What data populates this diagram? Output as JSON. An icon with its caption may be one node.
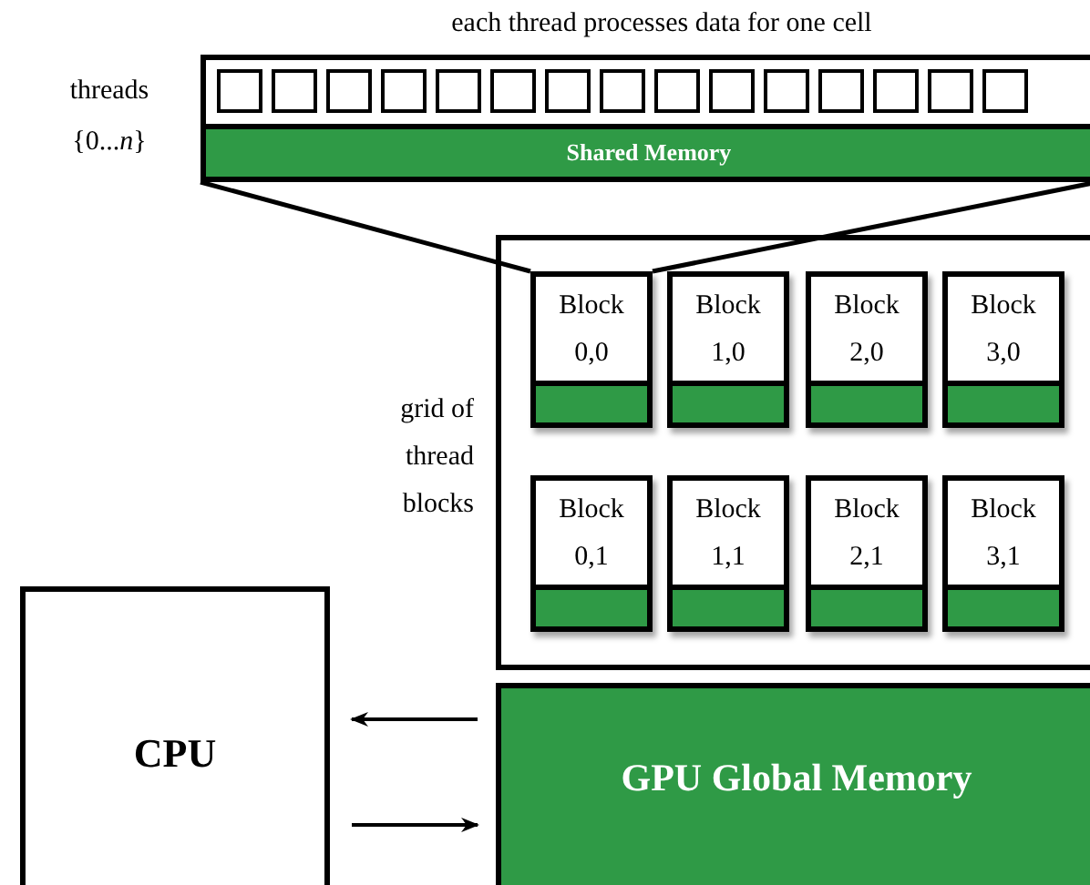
{
  "diagram": {
    "nodes": [
      {
        "text": [
          "each thread processes data for one cell"
        ],
        "beside": [
          "threads {0...*n*}"
        ]
      },
      {
        "text": [],
        "shape": "box",
        "in": 0
      },
      {
        "text": [],
        "shape": "box",
        "in": 0
      },
      {
        "text": [],
        "shape": "box",
        "in": 0
      },
      {
        "text": [],
        "shape": "box",
        "in": 0
      },
      {
        "text": [],
        "shape": "box",
        "in": 0
      },
      {
        "text": [],
        "shape": "box",
        "in": 0
      },
      {
        "text": [],
        "shape": "box",
        "in": 0
      },
      {
        "text": [],
        "shape": "box",
        "in": 0
      },
      {
        "text": [],
        "shape": "box",
        "in": 0
      },
      {
        "text": [],
        "shape": "box",
        "in": 0
      },
      {
        "text": [],
        "shape": "box",
        "in": 0
      },
      {
        "text": [],
        "shape": "box",
        "in": 0
      },
      {
        "text": [],
        "shape": "box",
        "in": 0
      },
      {
        "text": [],
        "shape": "box",
        "in": 0
      },
      {
        "text": [],
        "shape": "box",
        "in": 0
      },
      {
        "text": [
          "Shared Memory"
        ],
        "in": 0
      },
      {
        "text": [],
        "shape": "box",
        "beside": [
          "grid of thread blocks"
        ]
      },
      {
        "text": [
          "Block 0,0"
        ],
        "in": 17
      },
      {
        "text": [
          "Block 1,0"
        ],
        "in": 17
      },
      {
        "text": [
          "Block 2,0"
        ],
        "in": 17
      },
      {
        "text": [
          "Block 3,0"
        ],
        "in": 17
      },
      {
        "text": [
          "Block 0,1"
        ],
        "in": 17
      },
      {
        "text": [
          "Block 1,1"
        ],
        "in": 17
      },
      {
        "text": [
          "Block 2,1"
        ],
        "in": 17
      },
      {
        "text": [
          "Block 3,1"
        ],
        "in": 17
      },
      {
        "text": [
          "GPU Global Memory"
        ]
      },
      {
        "text": [
          "CPU"
        ]
      }
    ],
    "edges": [
      {
        "from": 0,
        "to": 18,
        "arrow": "none"
      },
      {
        "from": 0,
        "to": 18,
        "arrow": "none"
      },
      {
        "from": 26,
        "to": 27,
        "arrow": "to"
      },
      {
        "from": 27,
        "to": 26,
        "arrow": "to"
      }
    ]
  }
}
